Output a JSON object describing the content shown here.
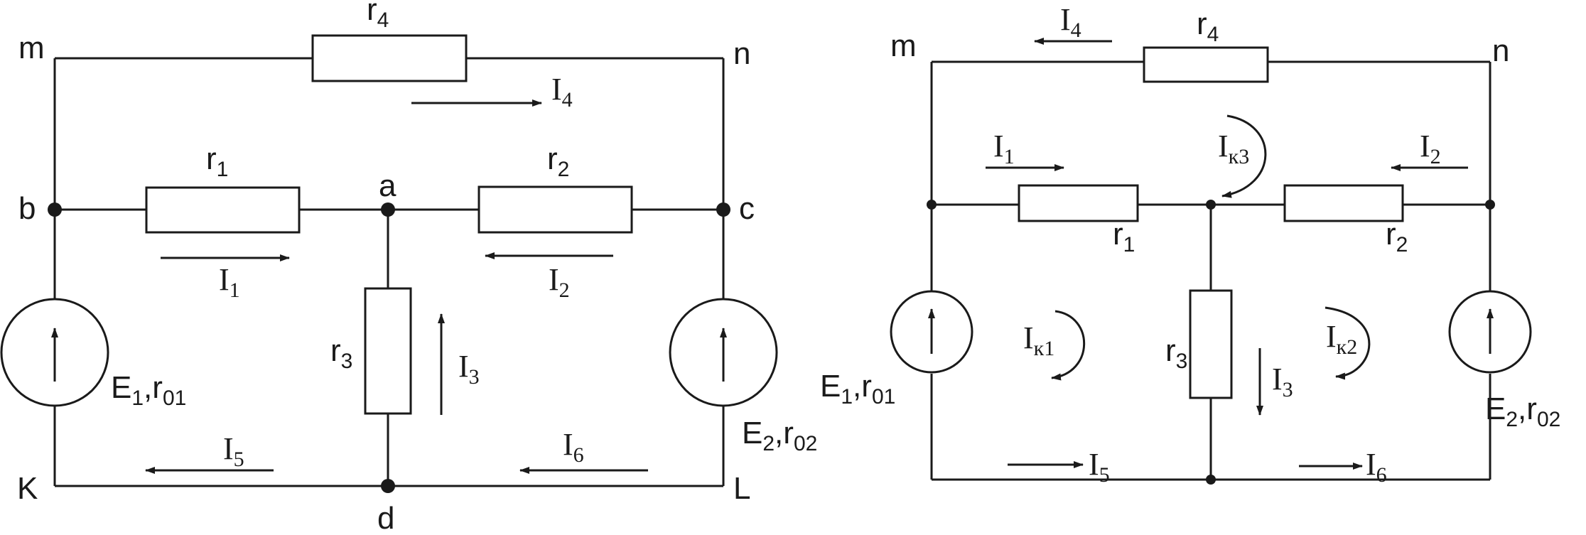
{
  "diagram_left": {
    "nodes": {
      "m": "m",
      "n": "n",
      "b": "b",
      "a": "a",
      "c": "c",
      "K": "K",
      "L": "L",
      "d": "d"
    },
    "resistors": {
      "r4": {
        "base": "r",
        "sub": "4"
      },
      "r1": {
        "base": "r",
        "sub": "1"
      },
      "r2": {
        "base": "r",
        "sub": "2"
      },
      "r3": {
        "base": "r",
        "sub": "3"
      }
    },
    "sources": {
      "E1": {
        "e": "E",
        "esub": "1",
        "sep": ",",
        "r": "r",
        "rsub": "01"
      },
      "E2": {
        "e": "E",
        "esub": "2",
        "sep": ",",
        "r": "r",
        "rsub": "02"
      }
    },
    "currents": {
      "I4": {
        "base": "I",
        "sub": "4"
      },
      "I1": {
        "base": "I",
        "sub": "1"
      },
      "I2": {
        "base": "I",
        "sub": "2"
      },
      "I3": {
        "base": "I",
        "sub": "3"
      },
      "I5": {
        "base": "I",
        "sub": "5"
      },
      "I6": {
        "base": "I",
        "sub": "6"
      }
    }
  },
  "diagram_right": {
    "nodes": {
      "m": "m",
      "n": "n"
    },
    "resistors": {
      "r4": {
        "base": "r",
        "sub": "4"
      },
      "r1": {
        "base": "r",
        "sub": "1"
      },
      "r2": {
        "base": "r",
        "sub": "2"
      },
      "r3": {
        "base": "r",
        "sub": "3"
      }
    },
    "sources": {
      "E1": {
        "e": "E",
        "esub": "1",
        "sep": ",",
        "r": "r",
        "rsub": "01"
      },
      "E2": {
        "e": "E",
        "esub": "2",
        "sep": ",",
        "r": "r",
        "rsub": "02"
      }
    },
    "currents": {
      "I4": {
        "base": "I",
        "sub": "4"
      },
      "I1": {
        "base": "I",
        "sub": "1"
      },
      "I2": {
        "base": "I",
        "sub": "2"
      },
      "I3": {
        "base": "I",
        "sub": "3"
      },
      "I5": {
        "base": "I",
        "sub": "5"
      },
      "I6": {
        "base": "I",
        "sub": "6"
      }
    },
    "loop_currents": {
      "Ik1": {
        "base": "I",
        "sub": "к1"
      },
      "Ik2": {
        "base": "I",
        "sub": "к2"
      },
      "Ik3": {
        "base": "I",
        "sub": "к3"
      }
    }
  }
}
